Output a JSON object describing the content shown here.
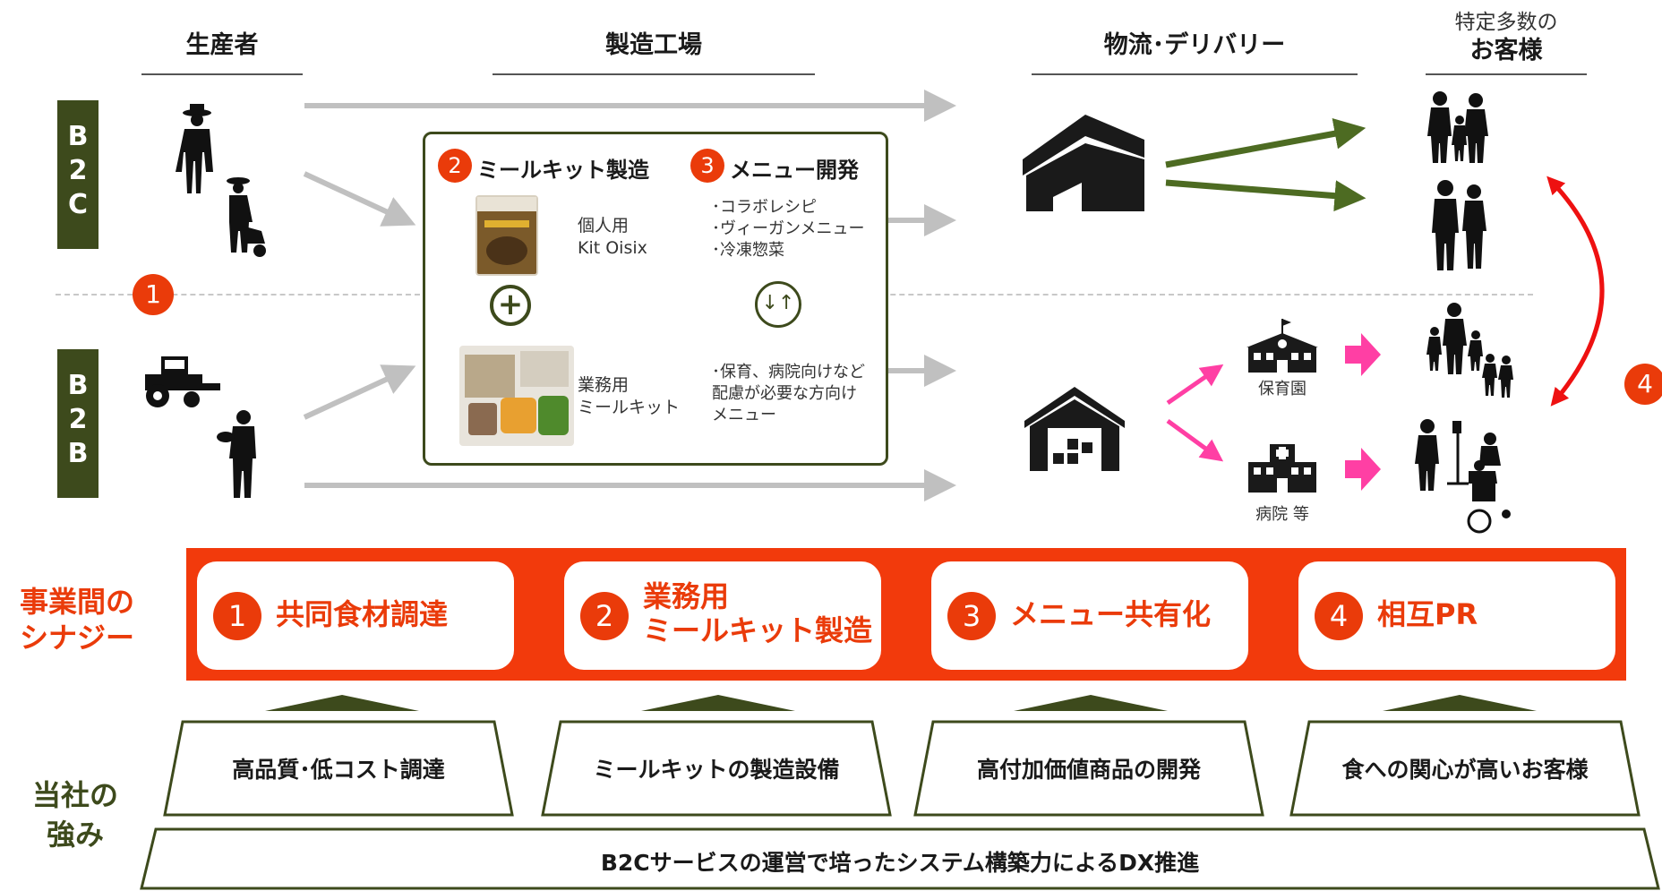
{
  "columns": {
    "producer": "生産者",
    "factory": "製造工場",
    "logistics": "物流･デリバリー",
    "customers_line1": "特定多数の",
    "customers_line2": "お客様"
  },
  "rows": {
    "b2c": [
      "B",
      "2",
      "C"
    ],
    "b2b": [
      "B",
      "2",
      "B"
    ]
  },
  "factory": {
    "mealkit_num": "2",
    "mealkit_title": "ミールキット製造",
    "menu_num": "3",
    "menu_title": "メニュー開発",
    "personal_label": "個人用\nKit Oisix",
    "business_label": "業務用\nミールキット",
    "b2c_menu": "･コラボレシピ\n･ヴィーガンメニュー\n･冷凍惣菜",
    "b2b_menu": "･保育、病院向けなど\n配慮が必要な方向け\nメニュー",
    "plus_symbol": "+",
    "swap_symbol": "↓↑"
  },
  "markers": {
    "procurement": "1",
    "pr": "4"
  },
  "facilities": {
    "nursery": "保育園",
    "hospital": "病院 等"
  },
  "synergy": {
    "side_label_line1": "事業間の",
    "side_label_line2": "シナジー",
    "items": [
      {
        "num": "1",
        "line1": "共同食材調達",
        "line2": ""
      },
      {
        "num": "2",
        "line1": "業務用",
        "line2": "ミールキット製造"
      },
      {
        "num": "3",
        "line1": "メニュー共有化",
        "line2": ""
      },
      {
        "num": "4",
        "line1": "相互PR",
        "line2": ""
      }
    ]
  },
  "strengths": {
    "side_label_line1": "当社の",
    "side_label_line2": "強み",
    "items": [
      "高品質･低コスト調達",
      "ミールキットの製造設備",
      "高付加価値商品の開発",
      "食への関心が高いお客様"
    ],
    "base": "B2Cサービスの運営で培ったシステム構築力によるDX推進"
  },
  "colors": {
    "accent": "#f23a0c",
    "circle": "#ea3b0a",
    "olive": "#3d4a1c",
    "olive_arrow": "#4d6b22",
    "gray_arrow": "#c0c0c0",
    "pink": "#ff3fa4",
    "pr_arrow": "#ee1111"
  }
}
